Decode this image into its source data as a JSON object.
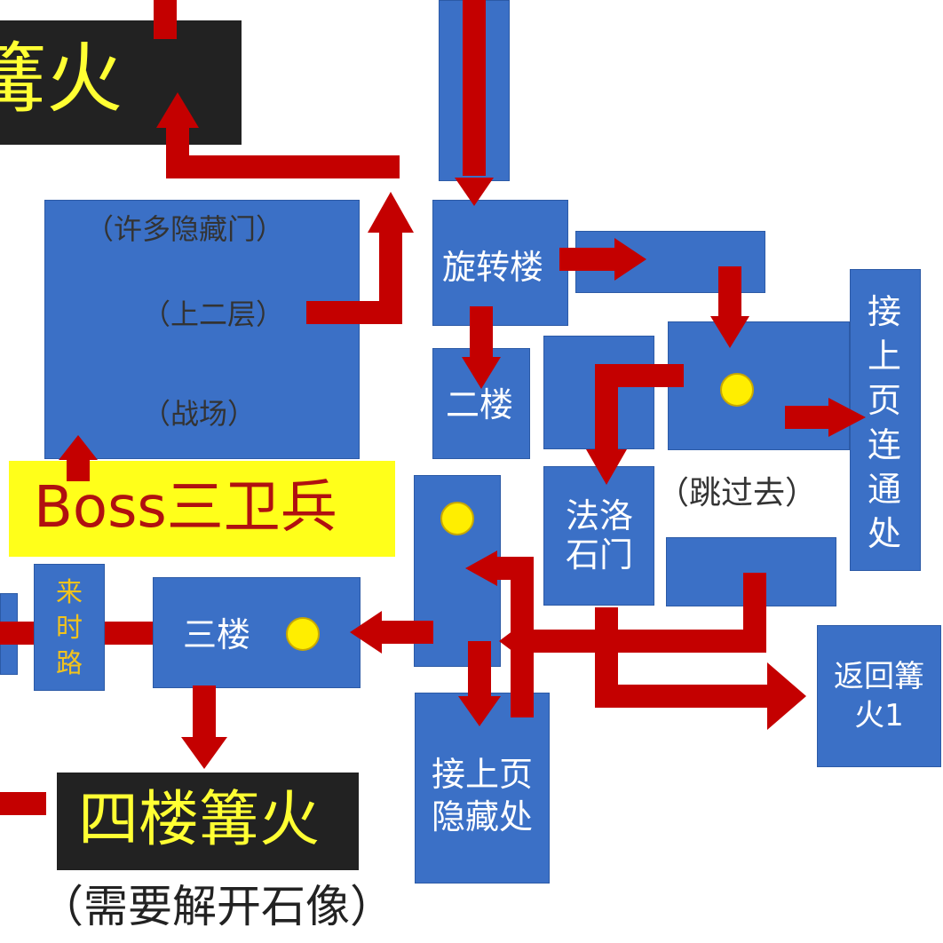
{
  "colors": {
    "box": "#3b70c6",
    "arrow": "#c40000",
    "label_bg": "#222222",
    "label_text": "#ffff33",
    "boss_bg": "#ffff1a",
    "boss_text": "#b01010",
    "dot": "#ffee00"
  },
  "nodes": {
    "bonfire_top": "篝火",
    "big_area": {
      "hidden_doors": "（许多隐藏门）",
      "upper_two": "（上二层）",
      "battlefield": "（战场）"
    },
    "boss": "Boss三卫兵",
    "spiral": "旋转楼",
    "floor2": "二楼",
    "next_page_link": "接上页连通处",
    "jump_over": "（跳过去）",
    "faro_gate": "法洛石门",
    "return_bonfire": "返回篝火1",
    "floor3": "三楼",
    "came_path": "来时路",
    "next_page_hidden": "接上页隐藏处",
    "floor4_bonfire": "四楼篝火",
    "need_statue": "（需要解开石像）"
  }
}
